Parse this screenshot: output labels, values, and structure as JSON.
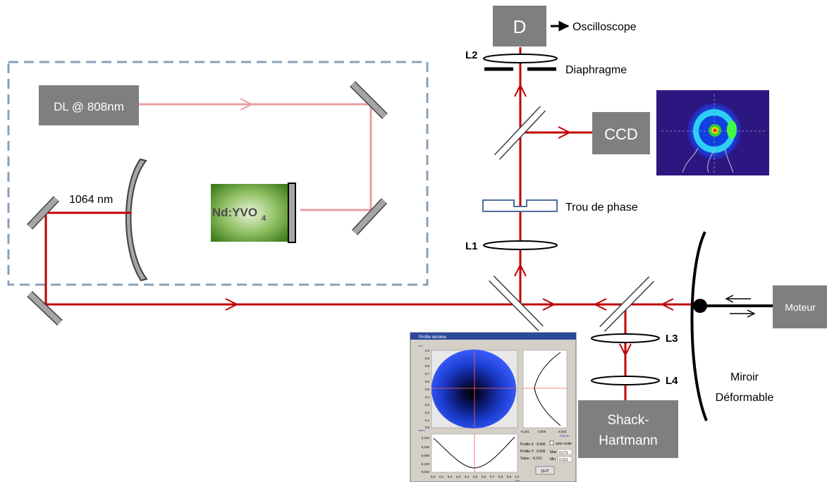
{
  "labels": {
    "dl": "DL @ 808nm",
    "crystal_main": "Nd:YVO",
    "crystal_sub": "4",
    "wavelength": "1064 nm",
    "detector": "D",
    "oscilloscope": "Oscilloscope",
    "l2": "L2",
    "diaphragm": "Diaphragme",
    "ccd": "CCD",
    "phase_hole": "Trou de phase",
    "l1": "L1",
    "l3": "L3",
    "l4": "L4",
    "shack_line1": "Shack-",
    "shack_line2": "Hartmann",
    "mirror_line1": "Miroir",
    "mirror_line2": "Déformable",
    "motor": "Moteur"
  },
  "profile_window": {
    "title": "Profile window",
    "left_axis_unit": "mm",
    "left_axis_ticks": [
      "1,0",
      "0,9",
      "0,8",
      "0,7",
      "0,6",
      "0,5",
      "0,4",
      "0,3",
      "0,2",
      "0,1",
      "0,0"
    ],
    "right_axis_ticks": [
      "-0,101",
      "0,000",
      "0,232"
    ],
    "right_axis_unit": "micron",
    "bottom_y_ticks": [
      "0,232",
      "0,100",
      "0,000",
      "-0,100",
      "-0,151"
    ],
    "bottom_y_unit": "micro",
    "bottom_x_ticks": [
      "0,0",
      "0,1",
      "0,2",
      "0,3",
      "0,4",
      "0,5",
      "0,6",
      "0,7",
      "0,8",
      "0,9",
      "1,0"
    ],
    "bottom_x_unit": "mm",
    "profile_x": "Profile X : 0,406",
    "profile_y": "Profile Y : 0,406",
    "value": "Value : -0,151",
    "auto_scale": "auto scale",
    "max_label": "Max :",
    "max_value": "0,171",
    "min_label": "Min :",
    "min_value": "0,151",
    "quit": "QUIT"
  },
  "colors": {
    "beam": "#c00000",
    "pump": "#e6a0a0",
    "box": "#7f7f7f",
    "dashed": "#8aa0b8",
    "mirror": "#a6a6a6",
    "phase_plate": "#4f6fa0"
  }
}
